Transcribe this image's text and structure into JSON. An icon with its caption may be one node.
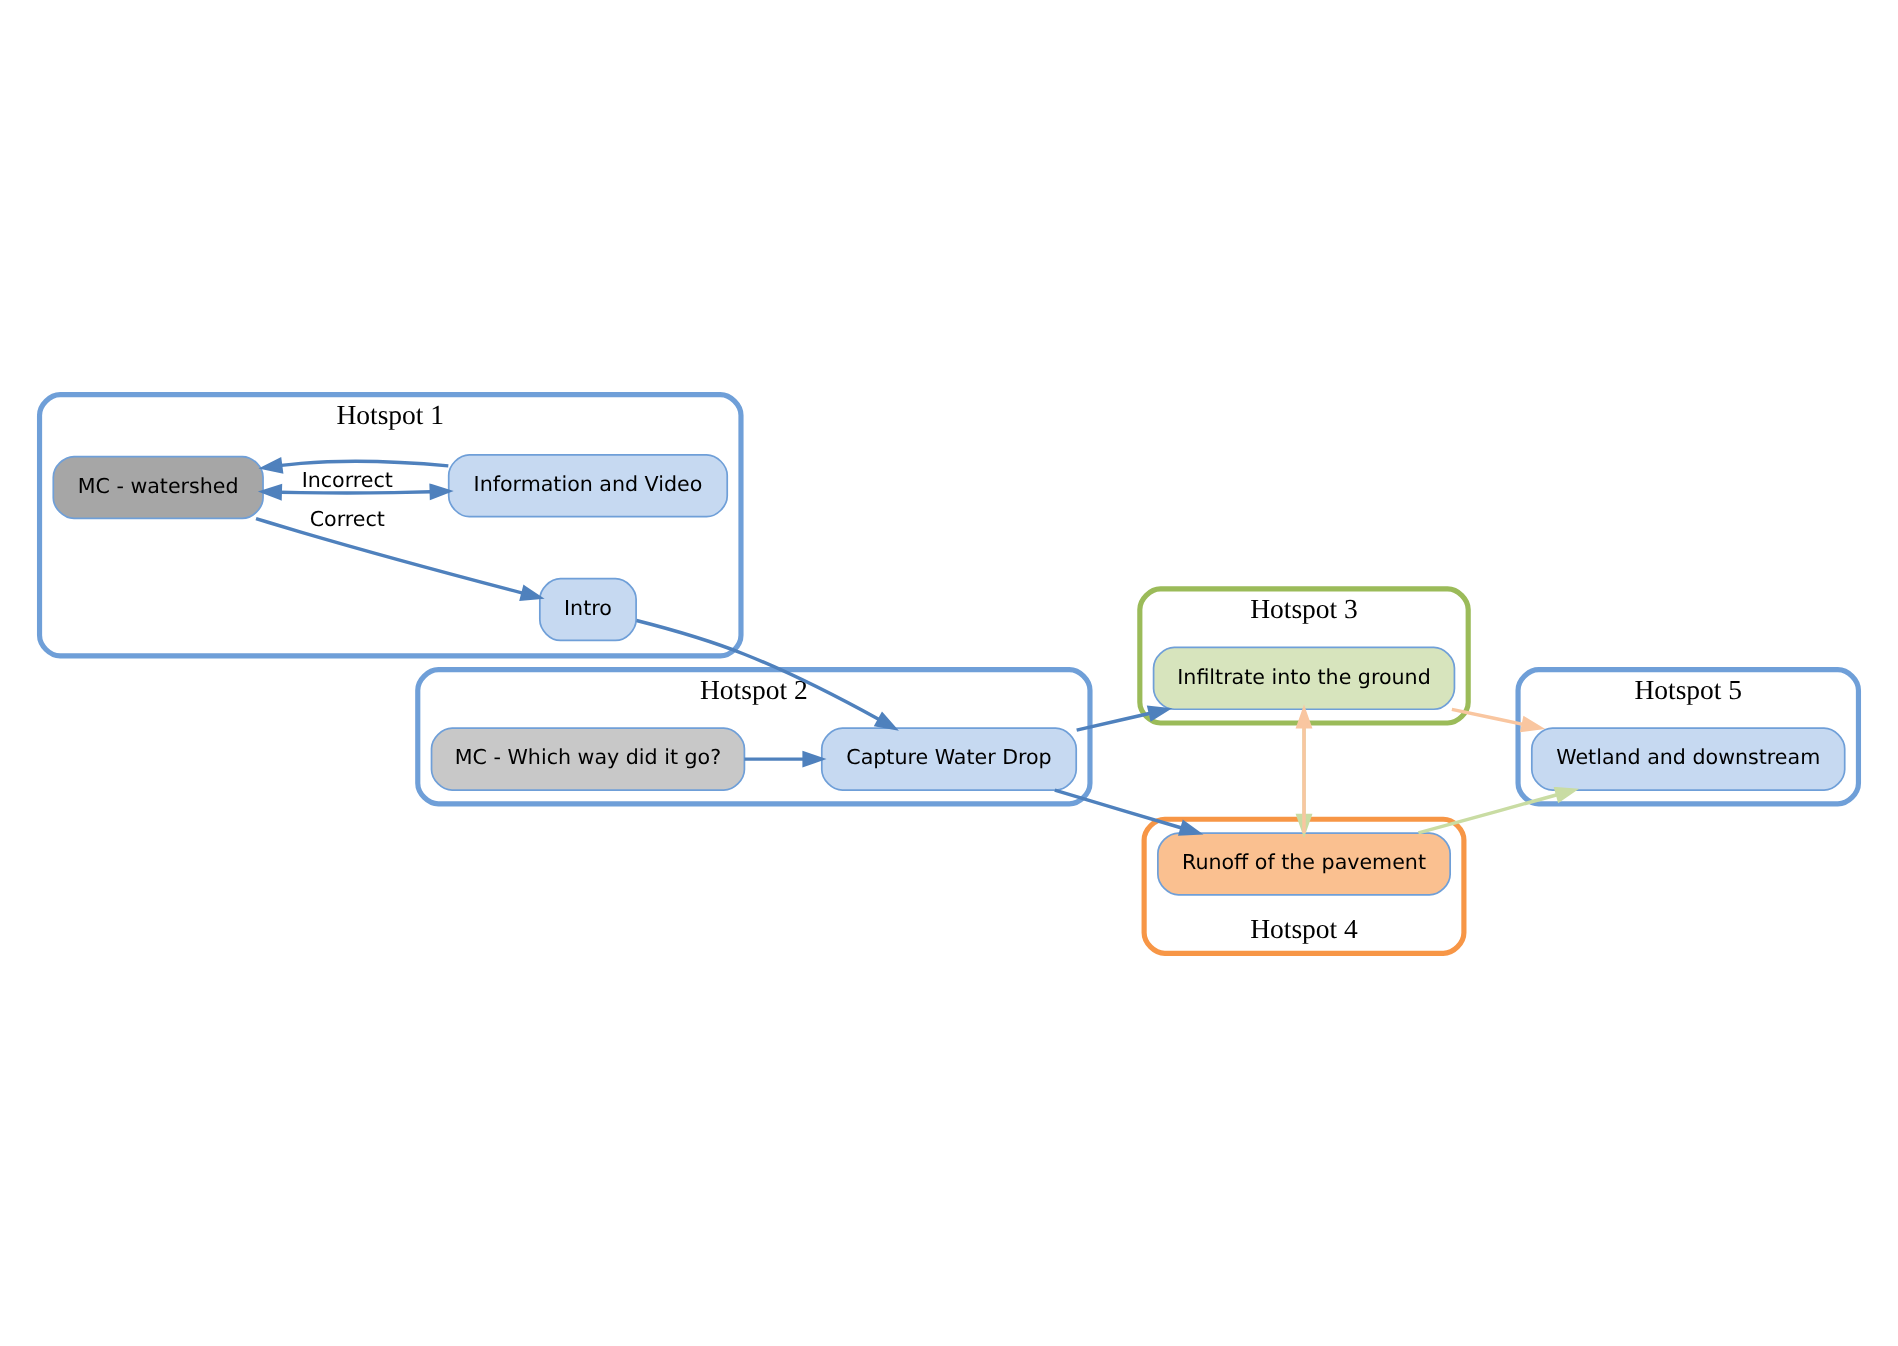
{
  "diagram": {
    "nodes": [
      {
        "text": [
          "Hotspot 1"
        ]
      },
      {
        "text": [
          "MC - watershed"
        ],
        "in": 0
      },
      {
        "text": [
          "Intro"
        ],
        "in": 0
      },
      {
        "text": [
          "Information and Video"
        ],
        "in": 0
      },
      {
        "text": [
          "Hotspot 2"
        ]
      },
      {
        "text": [
          "MC - Which way did it go?"
        ],
        "in": 4
      },
      {
        "text": [
          "Capture Water Drop"
        ],
        "in": 4
      },
      {
        "text": [
          "Hotspot 3"
        ]
      },
      {
        "text": [
          "Infiltrate into the ground"
        ],
        "in": 7
      },
      {
        "text": [
          "Hotspot 4"
        ]
      },
      {
        "text": [
          "Runoff of the pavement"
        ],
        "in": 9
      },
      {
        "text": [
          "Hotspot 5"
        ]
      },
      {
        "text": [
          "Wetland and downstream"
        ],
        "in": 11
      }
    ],
    "edges": [
      {
        "from": 1,
        "to": 2,
        "arrow": "to",
        "label": "Correct"
      },
      {
        "from": 1,
        "to": 3,
        "arrow": "both",
        "label": "Incorrect"
      },
      {
        "from": 3,
        "to": 1,
        "arrow": "to"
      },
      {
        "from": 2,
        "to": 6,
        "arrow": "to"
      },
      {
        "from": 5,
        "to": 6,
        "arrow": "to"
      },
      {
        "from": 6,
        "to": 8,
        "arrow": "to"
      },
      {
        "from": 6,
        "to": 10,
        "arrow": "to"
      },
      {
        "from": 8,
        "to": 12,
        "arrow": "to",
        "color": "#f9c6a0"
      },
      {
        "from": 10,
        "to": 8,
        "arrow": "to",
        "color": "#f9c6a0"
      },
      {
        "from": 8,
        "to": 10,
        "arrow": "to",
        "color": "#c9dca3"
      },
      {
        "from": 10,
        "to": 12,
        "arrow": "to",
        "color": "#c9dca3"
      }
    ]
  }
}
